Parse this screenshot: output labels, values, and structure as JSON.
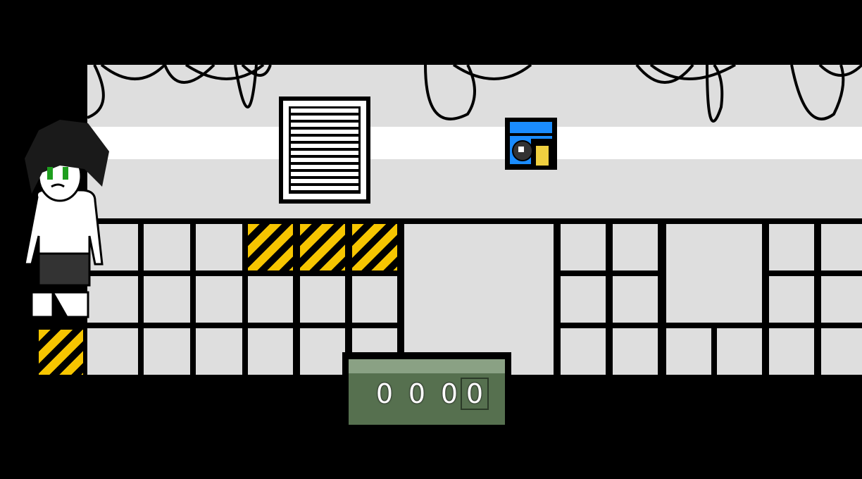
{
  "code_lock": {
    "digits": [
      "0",
      "0",
      "0",
      "0"
    ],
    "selected_index": 3
  },
  "colors": {
    "wall": "#dedede",
    "hazard_yellow": "#f6c500",
    "panel_green": "#56704f",
    "device_blue": "#1a8cff"
  }
}
